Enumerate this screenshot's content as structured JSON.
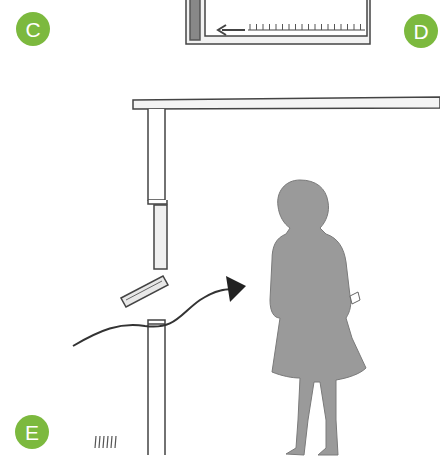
{
  "diagram": {
    "nodes": [
      {
        "text": [
          "C"
        ]
      },
      {
        "text": [
          "D"
        ]
      },
      {
        "text": [
          "E"
        ]
      }
    ]
  }
}
